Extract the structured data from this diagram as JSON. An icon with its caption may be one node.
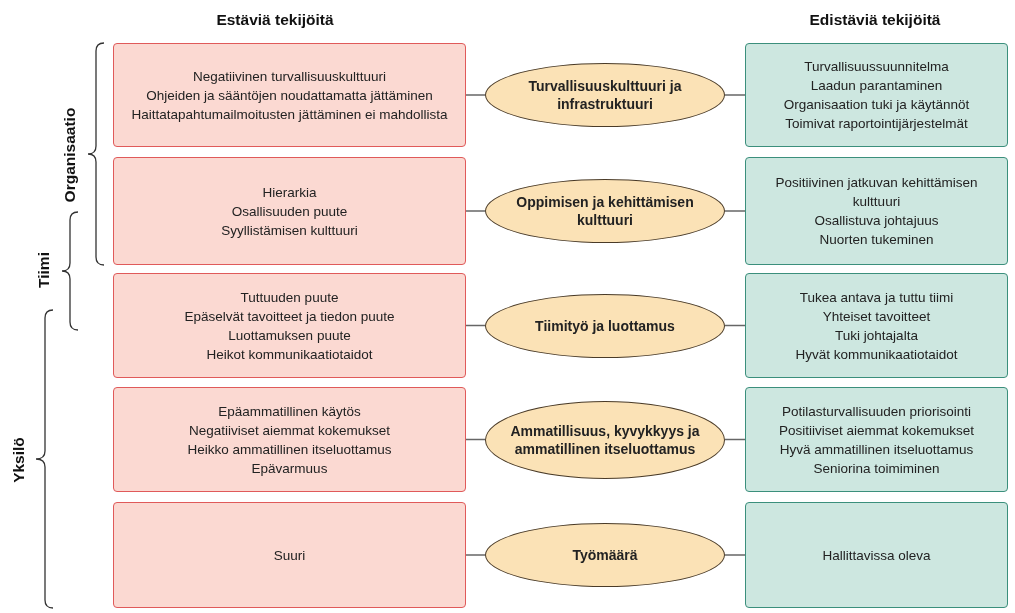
{
  "diagram": {
    "nodes": [
      {
        "text": [
          "Negatiivinen turvallisuuskulttuuri",
          "Ohjeiden ja sääntöjen noudattamatta jättäminen",
          "Haittatapahtumailmoitusten jättäminen ei mahdollista"
        ]
      },
      {
        "text": [
          "Turvallisuuskulttuuri ja infrastruktuuri"
        ]
      },
      {
        "text": [
          "Turvallisuussuunnitelma",
          "Laadun parantaminen",
          "Organisaation tuki ja käytännöt",
          "Toimivat raportointijärjestelmät"
        ]
      },
      {
        "text": [
          "Hierarkia",
          "Osallisuuden puute",
          "Syyllistämisen kulttuuri"
        ]
      },
      {
        "text": [
          "Oppimisen ja kehittämisen kulttuuri"
        ]
      },
      {
        "text": [
          "Positiivinen jatkuvan kehittämisen kulttuuri",
          "Osallistuva johtajuus",
          "Nuorten tukeminen"
        ]
      },
      {
        "text": [
          "Tuttuuden puute",
          "Epäselvät tavoitteet ja tiedon puute",
          "Luottamuksen puute",
          "Heikot kommunikaatiotaidot"
        ]
      },
      {
        "text": [
          "Tiimityö ja luottamus"
        ]
      },
      {
        "text": [
          "Tukea antava ja tuttu tiimi",
          "Yhteiset tavoitteet",
          "Tuki johtajalta",
          "Hyvät kommunikaatiotaidot"
        ]
      },
      {
        "text": [
          "Epäammatillinen käytös",
          "Negatiiviset aiemmat kokemukset",
          "Heikko ammatillinen itseluottamus",
          "Epävarmuus"
        ]
      },
      {
        "text": [
          "Ammatillisuus, kyvykkyys ja ammatillinen itseluottamus"
        ]
      },
      {
        "text": [
          "Potilasturvallisuuden priorisointi",
          "Positiiviset aiemmat kokemukset",
          "Hyvä ammatillinen itseluottamus",
          "Seniorina toimiminen"
        ]
      },
      {
        "text": [
          "Suuri"
        ]
      },
      {
        "text": [
          "Työmäärä"
        ]
      },
      {
        "text": [
          "Hallittavissa oleva"
        ]
      }
    ],
    "edges": [
      {
        "from": 0,
        "to": 1,
        "arrow": "none"
      },
      {
        "from": 1,
        "to": 2,
        "arrow": "none"
      },
      {
        "from": 3,
        "to": 4,
        "arrow": "none"
      },
      {
        "from": 4,
        "to": 5,
        "arrow": "none"
      },
      {
        "from": 6,
        "to": 7,
        "arrow": "none"
      },
      {
        "from": 7,
        "to": 8,
        "arrow": "none"
      },
      {
        "from": 9,
        "to": 10,
        "arrow": "none"
      },
      {
        "from": 10,
        "to": 11,
        "arrow": "none"
      },
      {
        "from": 12,
        "to": 13,
        "arrow": "none"
      },
      {
        "from": 13,
        "to": 14,
        "arrow": "none"
      }
    ],
    "labels": [
      "Estäviä tekijöitä",
      "Edistäviä tekijöitä",
      "Organisaatio",
      "Tiimi",
      "Yksilö"
    ]
  }
}
